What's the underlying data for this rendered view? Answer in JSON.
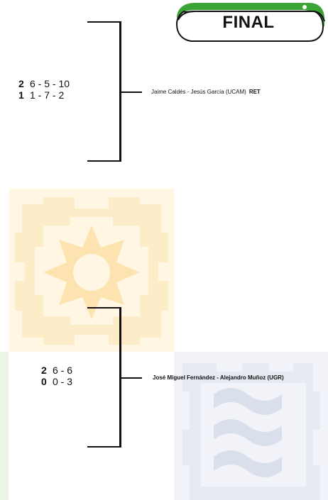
{
  "stage_label": "FINAL",
  "matches": [
    {
      "team1": {
        "sets": "2",
        "games": "6 - 5 - 10"
      },
      "team2": {
        "sets": "1",
        "games": "1 - 7 -  2"
      },
      "winner": "Jaime Caldés - Jesús García (UCAM)",
      "note": "RET"
    },
    {
      "team1": {
        "sets": "2",
        "games": "6 - 6"
      },
      "team2": {
        "sets": "0",
        "games": "0 - 3"
      },
      "winner": "José Miguel Fernández - Alejandro Muñoz (UGR)",
      "note": ""
    }
  ],
  "colors": {
    "badge_accent": "#3aa535",
    "watermark_orange": "#fdebc4",
    "watermark_green": "#e3f1dc",
    "watermark_blue": "#dde3ee"
  }
}
